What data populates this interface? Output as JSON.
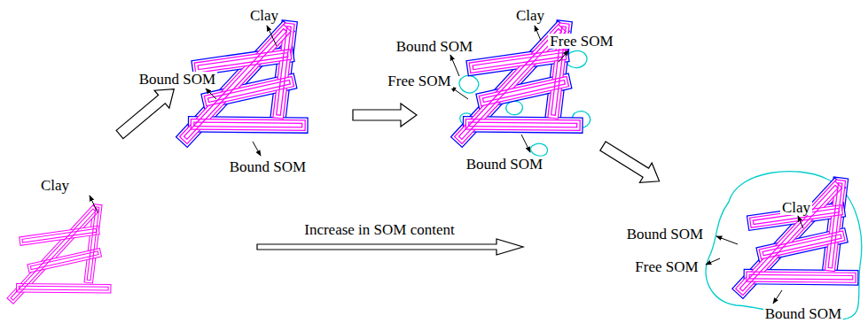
{
  "diagram": {
    "labels": [
      "Clay",
      "Clay",
      "Free SOM",
      "Bound SOM",
      "Bound SOM",
      "Free SOM",
      "Bound SOM",
      "Bound SOM",
      "Clay",
      "Clay",
      "Increase in SOM content",
      "Bound SOM",
      "Free SOM",
      "Bound SOM"
    ]
  }
}
